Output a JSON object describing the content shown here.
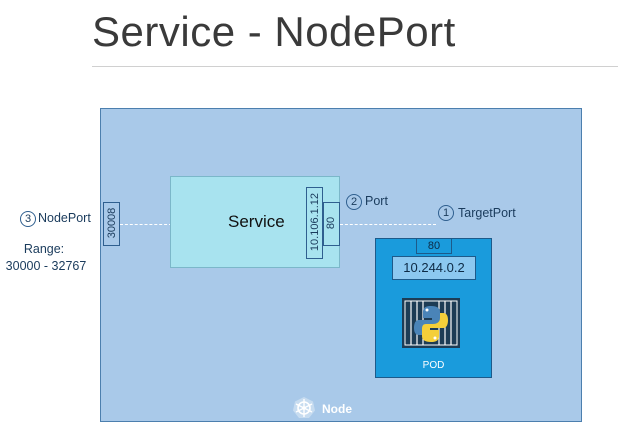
{
  "title": "Service - NodePort",
  "service": {
    "label": "Service",
    "ip": "10.106.1.12",
    "port": "80"
  },
  "nodeport": {
    "number": "3",
    "label": "NodePort",
    "value": "30008",
    "range_label": "Range:",
    "range_value": "30000 - 32767"
  },
  "port_callout": {
    "number": "2",
    "label": "Port"
  },
  "targetport_callout": {
    "number": "1",
    "label": "TargetPort"
  },
  "pod": {
    "port": "80",
    "ip": "10.244.0.2",
    "label": "POD"
  },
  "node": {
    "label": "Node"
  },
  "colors": {
    "node_bg": "#a9c9e9",
    "service_bg": "#a8e3ef",
    "pod_bg": "#1a9bdc",
    "text": "#1a3b5c"
  },
  "icons": {
    "container": "python-container-icon",
    "node": "kubernetes-wheel-icon"
  }
}
